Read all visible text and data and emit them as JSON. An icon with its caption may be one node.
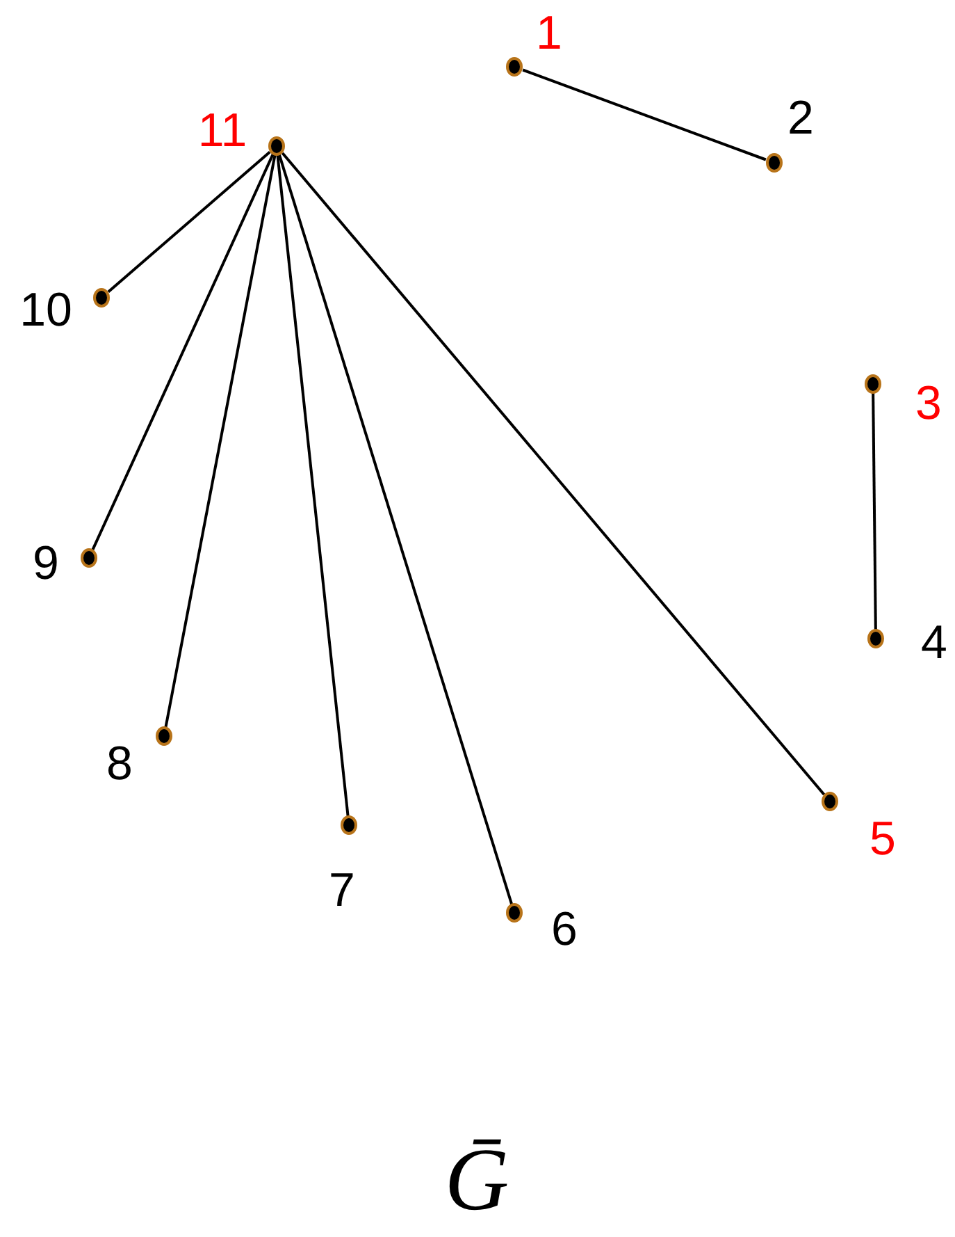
{
  "diagram": {
    "title": "Ḡ",
    "nodes": [
      {
        "text": [],
        "shape": "circle",
        "beside": [
          "1"
        ]
      },
      {
        "text": [],
        "shape": "circle",
        "beside": [
          "2"
        ]
      },
      {
        "text": [],
        "shape": "circle",
        "beside": [
          "3"
        ]
      },
      {
        "text": [],
        "shape": "circle",
        "beside": [
          "4"
        ]
      },
      {
        "text": [],
        "shape": "circle",
        "beside": [
          "5"
        ]
      },
      {
        "text": [],
        "shape": "circle",
        "beside": [
          "6"
        ]
      },
      {
        "text": [],
        "shape": "circle",
        "beside": [
          "7"
        ]
      },
      {
        "text": [],
        "shape": "circle",
        "beside": [
          "8"
        ]
      },
      {
        "text": [],
        "shape": "circle",
        "beside": [
          "9"
        ]
      },
      {
        "text": [],
        "shape": "circle",
        "beside": [
          "10"
        ]
      },
      {
        "text": [],
        "shape": "circle",
        "beside": [
          "11"
        ]
      }
    ],
    "edges": [
      {
        "from": 0,
        "to": 1,
        "arrow": "none"
      },
      {
        "from": 2,
        "to": 3,
        "arrow": "none"
      },
      {
        "from": 10,
        "to": 9,
        "arrow": "none"
      },
      {
        "from": 10,
        "to": 8,
        "arrow": "none"
      },
      {
        "from": 10,
        "to": 7,
        "arrow": "none"
      },
      {
        "from": 10,
        "to": 6,
        "arrow": "none"
      },
      {
        "from": 10,
        "to": 5,
        "arrow": "none"
      },
      {
        "from": 10,
        "to": 4,
        "arrow": "none"
      }
    ]
  }
}
